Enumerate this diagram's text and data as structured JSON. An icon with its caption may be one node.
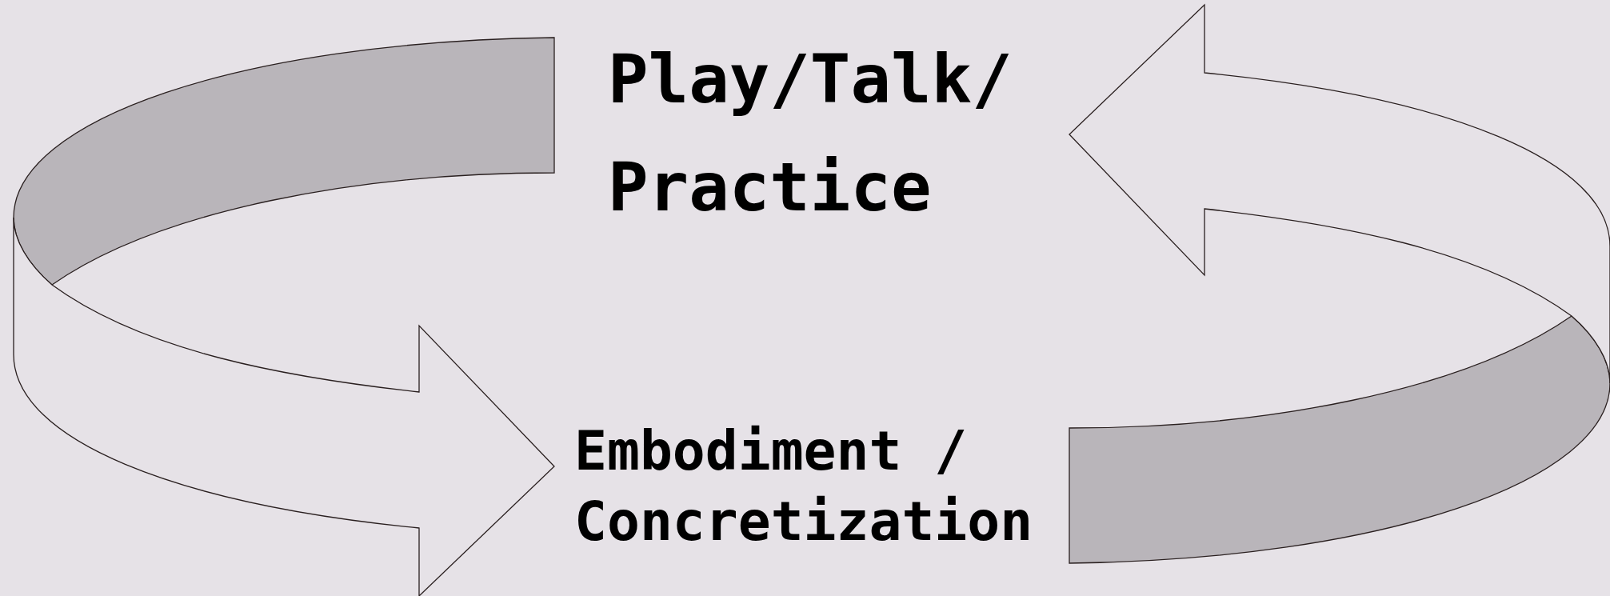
{
  "diagram": {
    "nodes": [
      {
        "text": [
          "Play/Talk/ Practice"
        ]
      },
      {
        "text": [
          "Embodiment / Concretization"
        ]
      }
    ],
    "edges": [
      {
        "from": 0,
        "to": 1,
        "arrow": "to"
      },
      {
        "from": 1,
        "to": 0,
        "arrow": "to"
      }
    ]
  }
}
